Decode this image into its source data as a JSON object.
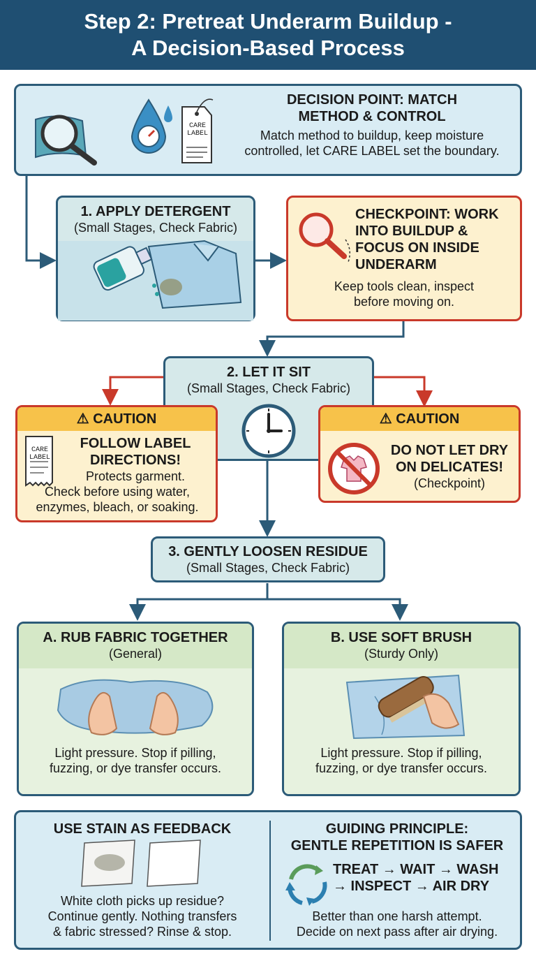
{
  "header": {
    "line1": "Step 2: Pretreat Underarm Buildup -",
    "line2": "A Decision-Based Process"
  },
  "decision": {
    "title_line1": "DECISION POINT: MATCH",
    "title_line2": "METHOD & CONTROL",
    "body_line1": "Match method to buildup, keep moisture",
    "body_line2": "controlled, let CARE LABEL set the boundary.",
    "care_label_line1": "CARE",
    "care_label_line2": "LABEL"
  },
  "step1": {
    "title": "1. APPLY DETERGENT",
    "subtitle": "(Small Stages, Check Fabric)"
  },
  "checkpoint": {
    "title_lines": [
      "CHECKPOINT: WORK",
      "INTO BUILDUP &",
      "FOCUS ON INSIDE",
      "UNDERARM"
    ],
    "body_line1": "Keep tools clean, inspect",
    "body_line2": "before moving on."
  },
  "step2": {
    "title": "2. LET IT SIT",
    "subtitle": "(Small Stages, Check Fabric)"
  },
  "caution_left": {
    "header": "CAUTION",
    "title_line1": "FOLLOW LABEL",
    "title_line2": "DIRECTIONS!",
    "body_line1": "Protects garment.",
    "body_line2": "Check before using water,",
    "body_line3": "enzymes, bleach, or soaking.",
    "care_label_line1": "CARE",
    "care_label_line2": "LABEL"
  },
  "caution_right": {
    "header": "CAUTION",
    "title_line1": "DO NOT LET DRY",
    "title_line2": "ON DELICATES!",
    "note": "(Checkpoint)"
  },
  "step3": {
    "title": "3. GENTLY LOOSEN RESIDUE",
    "subtitle": "(Small Stages, Check Fabric)"
  },
  "option_a": {
    "title": "A. RUB FABRIC TOGETHER",
    "subtitle": "(General)",
    "body_line1": "Light pressure. Stop if pilling,",
    "body_line2": "fuzzing, or dye transfer occurs."
  },
  "option_b": {
    "title": "B. USE SOFT BRUSH",
    "subtitle": "(Sturdy Only)",
    "body_line1": "Light pressure. Stop if pilling,",
    "body_line2": "fuzzing, or dye transfer occurs."
  },
  "feedback": {
    "title": "USE STAIN AS FEEDBACK",
    "body_line1": "White cloth picks up residue?",
    "body_line2": "Continue gently. Nothing transfers",
    "body_line3": "& fabric stressed? Rinse & stop."
  },
  "principle": {
    "title_line1": "GUIDING PRINCIPLE:",
    "title_line2": "GENTLE REPETITION IS SAFER",
    "cycle_line1": "TREAT → WAIT → WASH",
    "cycle_line2": "→ INSPECT → AIR DRY",
    "body_line1": "Better than one harsh attempt.",
    "body_line2": "Decide on next pass after air drying."
  },
  "colors": {
    "header_bg": "#1f4f72",
    "outline": "#2c5b78",
    "caution": "#f7c24a",
    "alert_red": "#c9392a",
    "green_header": "#d5e8c7"
  }
}
